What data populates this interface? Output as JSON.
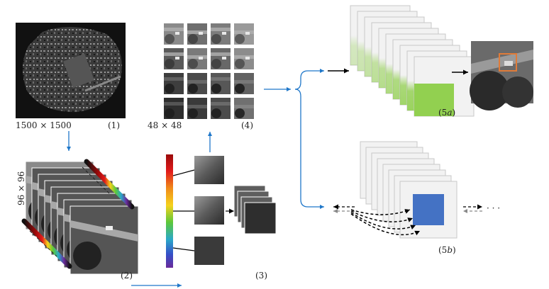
{
  "labels": {
    "size_full": "1500 × 1500",
    "step1": "(1)",
    "size_tile": "48 × 48",
    "step4": "(4)",
    "size_crop": "96 × 96",
    "step2": "(2)",
    "step3": "(3)",
    "step5a_open": "(5",
    "step5a_var": "a",
    "step5a_close": ")",
    "step5b_open": "(5",
    "step5b_var": "b",
    "step5b_close": ")",
    "ellipsis": "· · ·"
  },
  "colors": {
    "flow_arrow": "#1f77c9",
    "black_arrow": "#000000",
    "green_feature": "#92d050",
    "blue_feature": "#4472c4",
    "light_blue_feature": "#b4c7e7",
    "detection_box": "#e07b39",
    "layer_fill": "#f2f2f2",
    "layer_stroke": "#c8c8c8",
    "spectrum": [
      "#9b0a0a",
      "#e21b1b",
      "#f08c1a",
      "#f5d21c",
      "#5cc83a",
      "#2aa8c8",
      "#3450c8",
      "#6a2a9a"
    ]
  },
  "icons": {
    "aerial": "aerial-image-icon",
    "spectrum": "spectrum-bar-icon"
  }
}
